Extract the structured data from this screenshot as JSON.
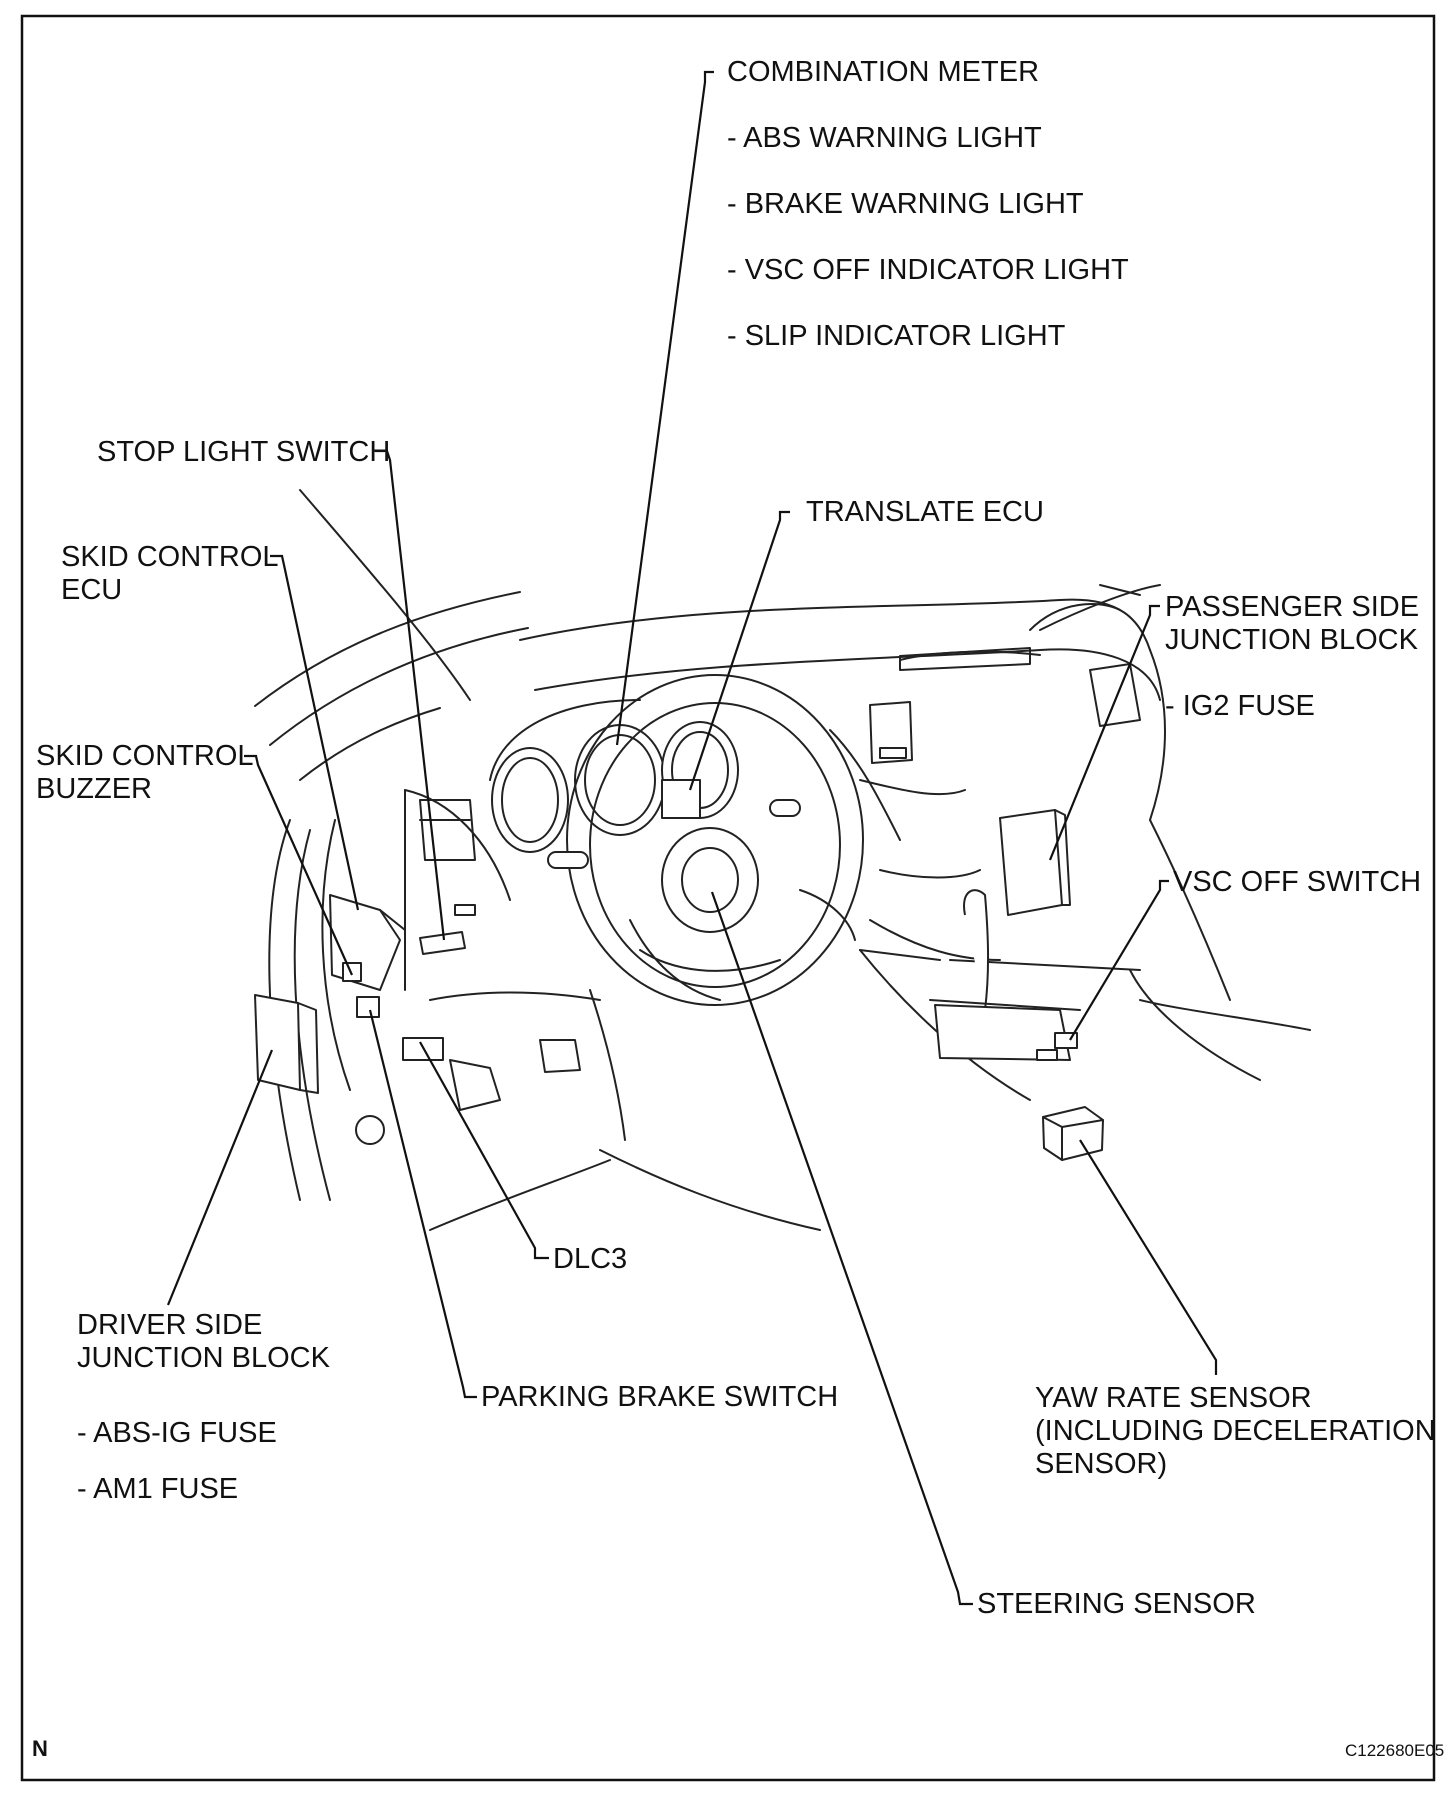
{
  "labels": {
    "combination_meter": "COMBINATION METER",
    "abs_warning_light": "- ABS WARNING LIGHT",
    "brake_warning_light": "- BRAKE WARNING LIGHT",
    "vsc_off_indicator_light": "- VSC OFF INDICATOR LIGHT",
    "slip_indicator_light": "- SLIP INDICATOR LIGHT",
    "stop_light_switch": "STOP LIGHT SWITCH",
    "translate_ecu": "TRANSLATE ECU",
    "skid_control_ecu_1": "SKID CONTROL",
    "skid_control_ecu_2": "ECU",
    "passenger_jb_1": "PASSENGER SIDE",
    "passenger_jb_2": "JUNCTION BLOCK",
    "ig2_fuse": "- IG2 FUSE",
    "skid_buzzer_1": "SKID CONTROL",
    "skid_buzzer_2": "BUZZER",
    "vsc_off_switch": "VSC OFF SWITCH",
    "dlc3": "DLC3",
    "driver_jb_1": "DRIVER SIDE",
    "driver_jb_2": "JUNCTION BLOCK",
    "parking_brake_switch": "PARKING BRAKE SWITCH",
    "yaw_1": "YAW RATE SENSOR",
    "yaw_2": "(INCLUDING DECELERATION",
    "yaw_3": "SENSOR)",
    "abs_ig_fuse": "- ABS-IG FUSE",
    "am1_fuse": "- AM1 FUSE",
    "steering_sensor": "STEERING SENSOR",
    "orientation": "N",
    "figure_code": "C122680E05"
  }
}
